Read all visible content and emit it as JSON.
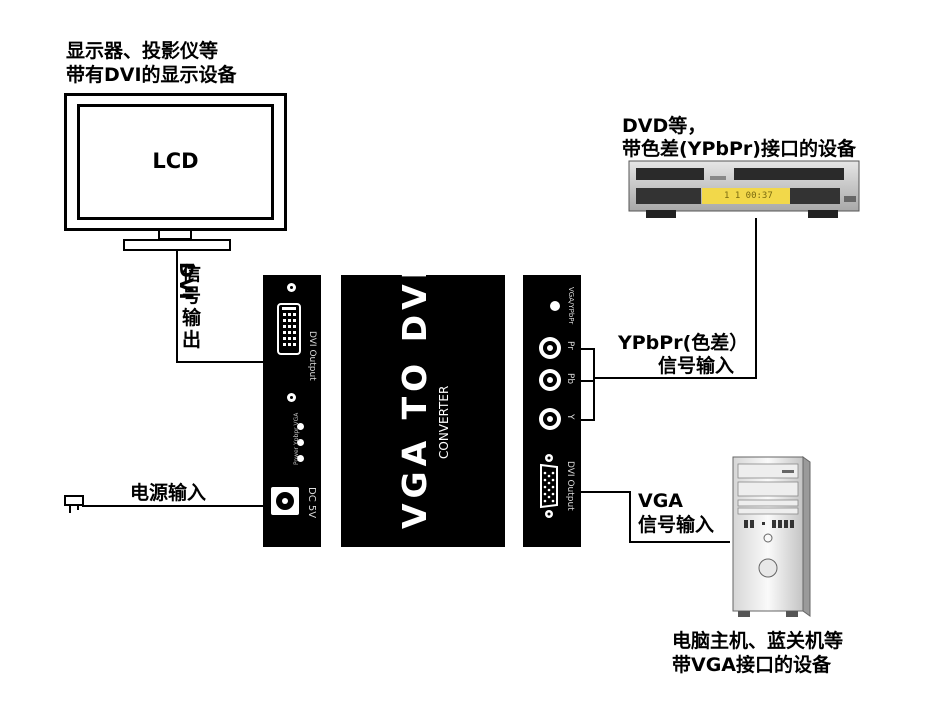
{
  "monitor": {
    "caption_line1": "显示器、投影仪等",
    "caption_line2": "带有DVI的显示设备",
    "screen_label": "LCD"
  },
  "dvi_output_label": [
    "DVI",
    "信",
    "号",
    "输",
    "出"
  ],
  "power_input_label": "电源输入",
  "dvd": {
    "caption_line1": "DVD等，",
    "caption_line2": "带色差(YPbPr)接口的设备",
    "display_text": "1 1  00:37"
  },
  "ypbpr_input": {
    "line1": "YPbPr(色差）",
    "line2": "信号输入"
  },
  "vga_input": {
    "line1": "VGA",
    "line2": "信号输入"
  },
  "pc": {
    "caption_line1": "电脑主机、蓝关机等",
    "caption_line2": "带VGA接口的设备"
  },
  "left_panel": {
    "port_label": "DVI Output",
    "led_labels": "Power  Ypbpr  VGA",
    "power_label": "DC 5V"
  },
  "center_panel": {
    "title": "VGA TO DVI",
    "subtitle": "CONVERTER"
  },
  "right_panel": {
    "mode_label": "VGA/YPbPr",
    "pr_label": "Pr",
    "pb_label": "Pb",
    "y_label": "Y",
    "vga_port_label": "DVI Output"
  }
}
